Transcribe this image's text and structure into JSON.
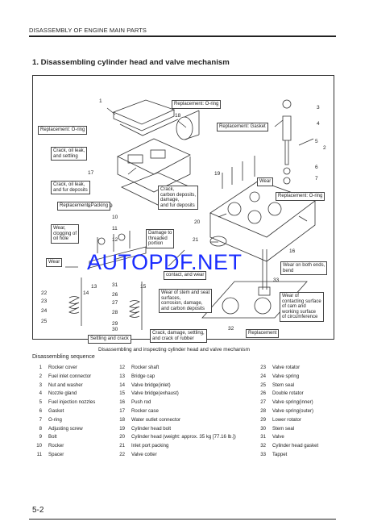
{
  "header": {
    "title": "DISASSEMBLY OF ENGINE MAIN PARTS"
  },
  "section": {
    "title": "1. Disassembling cylinder head and valve mechanism"
  },
  "figure": {
    "callouts": [
      "Replacement: O-ring",
      "Replacement: O-ring",
      "Replacement: Gasket",
      "Crack, oil leak,\nand settling",
      "Crack, oil leak,\nand fur deposits",
      "Wear",
      "Crack,\ncarbon deposits,\ndamage,\nand fur deposits",
      "Replacement: O-ring",
      "Replacement: Packing",
      "Wear,\nclogging of\noil hole",
      "Damage to\nthreaded\nportion",
      "Wear",
      "contact, and wear",
      "Wear on both ends,\nbend",
      "Wear of stem and seat\nsurfaces,\ncorrosion, damage,\nand carbon deposits",
      "Wear of\ncontacting surface\nof cam and\nworking surface\nof circumference",
      "Crack, damage, settling,\nand crack of rubber",
      "Replacement",
      "Settling and crack"
    ],
    "numbers": [
      "1",
      "18",
      "3",
      "4",
      "5",
      "2",
      "6",
      "7",
      "17",
      "19",
      "20",
      "21",
      "8",
      "9",
      "10",
      "11",
      "12",
      "13",
      "14",
      "15",
      "16",
      "22",
      "23",
      "24",
      "25",
      "31",
      "26",
      "27",
      "28",
      "29",
      "30",
      "32",
      "33"
    ],
    "caption": "Disassembling and inspecting cylinder head and valve mechanism"
  },
  "watermark": "AUTOPDF.NET",
  "sequence": {
    "title": "Disassembling sequence",
    "col1": [
      {
        "n": "1",
        "t": "Rocker cover"
      },
      {
        "n": "2",
        "t": "Fuel inlet connector"
      },
      {
        "n": "3",
        "t": "Nut and washer"
      },
      {
        "n": "4",
        "t": "Nozzle gland"
      },
      {
        "n": "5",
        "t": "Fuel injection nozzles"
      },
      {
        "n": "6",
        "t": "Gasket"
      },
      {
        "n": "7",
        "t": "O-ring"
      },
      {
        "n": "8",
        "t": "Adjusting screw"
      },
      {
        "n": "9",
        "t": "Bolt"
      },
      {
        "n": "10",
        "t": "Rocker"
      },
      {
        "n": "11",
        "t": "Spacer"
      }
    ],
    "col2": [
      {
        "n": "12",
        "t": "Rocker shaft"
      },
      {
        "n": "13",
        "t": "Bridge cap"
      },
      {
        "n": "14",
        "t": "Valve bridge(inlet)"
      },
      {
        "n": "15",
        "t": "Valve bridge(exhaust)"
      },
      {
        "n": "16",
        "t": "Push rod"
      },
      {
        "n": "17",
        "t": "Rocker case"
      },
      {
        "n": "18",
        "t": "Water outlet connector"
      },
      {
        "n": "19",
        "t": "Cylinder head bolt"
      },
      {
        "n": "20",
        "t": "Cylinder head (weight: approx. 35 kg [77.16 lb.])"
      },
      {
        "n": "21",
        "t": "Inlet port packing"
      },
      {
        "n": "22",
        "t": "Valve cotter"
      }
    ],
    "col3": [
      {
        "n": "23",
        "t": "Valve rotator"
      },
      {
        "n": "24",
        "t": "Valve spring"
      },
      {
        "n": "25",
        "t": "Stem seal"
      },
      {
        "n": "26",
        "t": "Double rotator"
      },
      {
        "n": "27",
        "t": "Valve spring(inner)"
      },
      {
        "n": "28",
        "t": "Valve spring(outer)"
      },
      {
        "n": "29",
        "t": "Lower rotator"
      },
      {
        "n": "30",
        "t": "Stem seal"
      },
      {
        "n": "31",
        "t": "Valve"
      },
      {
        "n": "32",
        "t": "Cylinder head gasket"
      },
      {
        "n": "33",
        "t": "Tappet"
      }
    ]
  },
  "page_number": "5-2"
}
